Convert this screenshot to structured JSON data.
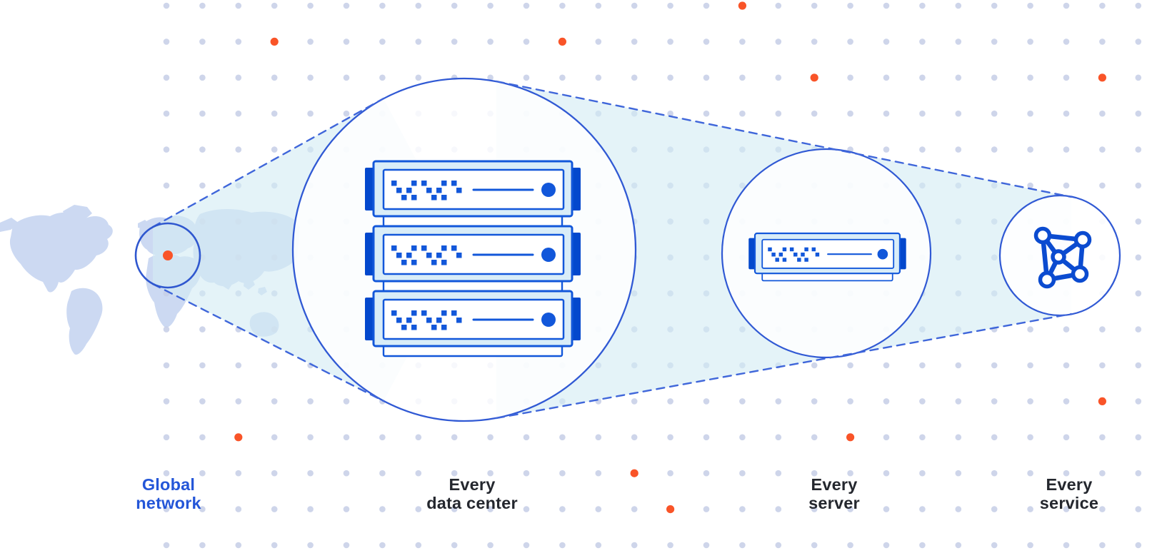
{
  "figure": {
    "type": "zoom-progression-diagram",
    "stages": [
      {
        "label": "Global\nnetwork",
        "emphasis": "blue",
        "icon": "world-map-location-icon"
      },
      {
        "label": "Every\ndata center",
        "emphasis": "dark",
        "icon": "server-rack-icon"
      },
      {
        "label": "Every\nserver",
        "emphasis": "dark",
        "icon": "server-icon"
      },
      {
        "label": "Every\nservice",
        "emphasis": "dark",
        "icon": "network-mesh-icon"
      }
    ]
  },
  "colors": {
    "background": "#ffffff",
    "accent_blue": "#3059d4",
    "dash_blue": "#3f66da",
    "server_border_blue": "#1257da",
    "deep_blue_tab": "#0348cd",
    "mesh_blue": "#0b4bd0",
    "server_body_fill": "#d9edf8",
    "cone_fill": "#d4ecf4",
    "map_fill": "#ccd9f2",
    "grid_dot": "#c5cee6",
    "orange_dot": "#f95428",
    "label_dark": "#24272e",
    "label_blue": "#2456d8"
  }
}
